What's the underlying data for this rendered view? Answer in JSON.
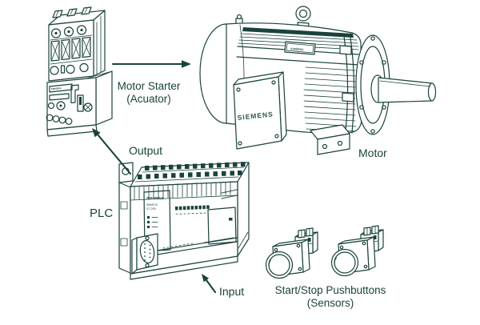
{
  "diagram": {
    "labels": {
      "motor_starter_line1": "Motor Starter",
      "motor_starter_line2": "(Acuator)",
      "output": "Output",
      "plc": "PLC",
      "input": "Input",
      "motor": "Motor",
      "pushbuttons_line1": "Start/Stop Pushbuttons",
      "pushbuttons_line2": "(Sensors)"
    },
    "markings": {
      "plc_brand": "SIEMENS",
      "plc_model_line1": "SIMATIC",
      "plc_model_line2": "S7-200",
      "motor_box_brand": "SIEMENS",
      "motor_nameplate_brand": "SIEMENS",
      "starter_brand": "SIEMENS"
    },
    "colors": {
      "line": "#1a423c",
      "background": "#ffffff"
    }
  }
}
